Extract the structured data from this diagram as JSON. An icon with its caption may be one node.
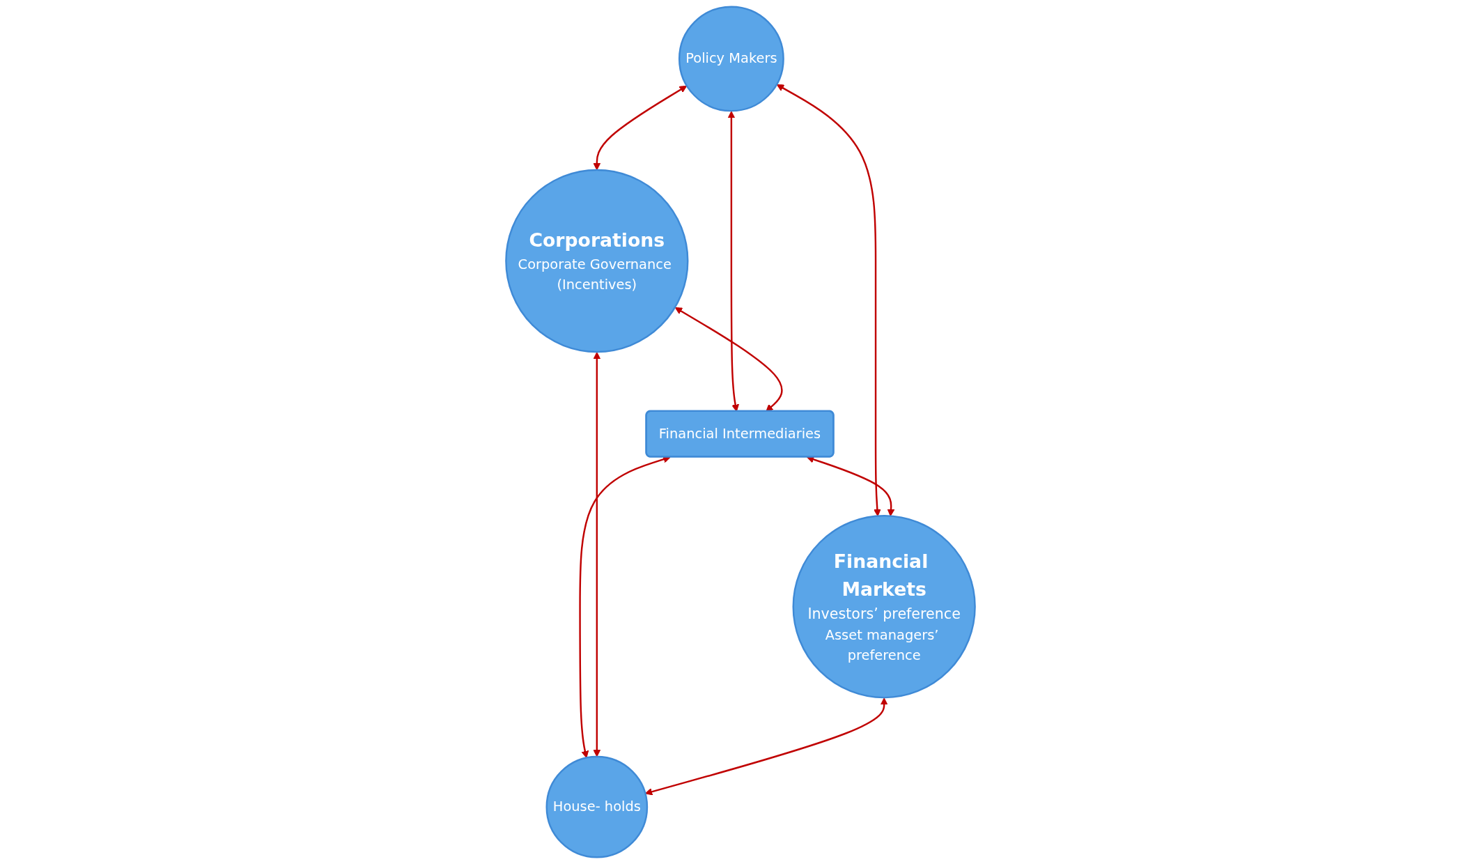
{
  "diagram": {
    "nodes": [
      {
        "text": [
          "Policy Makers"
        ]
      },
      {
        "text": [
          "Corporations",
          "Corporate Governance (Incentives)"
        ]
      },
      {
        "text": [
          "Financial Intermediaries"
        ]
      },
      {
        "text": [
          "Financial Markets",
          "Investors’ preference",
          "Asset managers’ preference"
        ]
      },
      {
        "text": [
          "House- holds"
        ]
      }
    ],
    "edges": [
      {
        "from": 0,
        "to": 1,
        "arrow": "both"
      },
      {
        "from": 0,
        "to": 3,
        "arrow": "both"
      },
      {
        "from": 0,
        "to": 2,
        "arrow": "both"
      },
      {
        "from": 1,
        "to": 2,
        "arrow": "both"
      },
      {
        "from": 2,
        "to": 3,
        "arrow": "both"
      },
      {
        "from": 2,
        "to": 4,
        "arrow": "both"
      },
      {
        "from": 1,
        "to": 4,
        "arrow": "both"
      },
      {
        "from": 3,
        "to": 4,
        "arrow": "both"
      }
    ]
  }
}
